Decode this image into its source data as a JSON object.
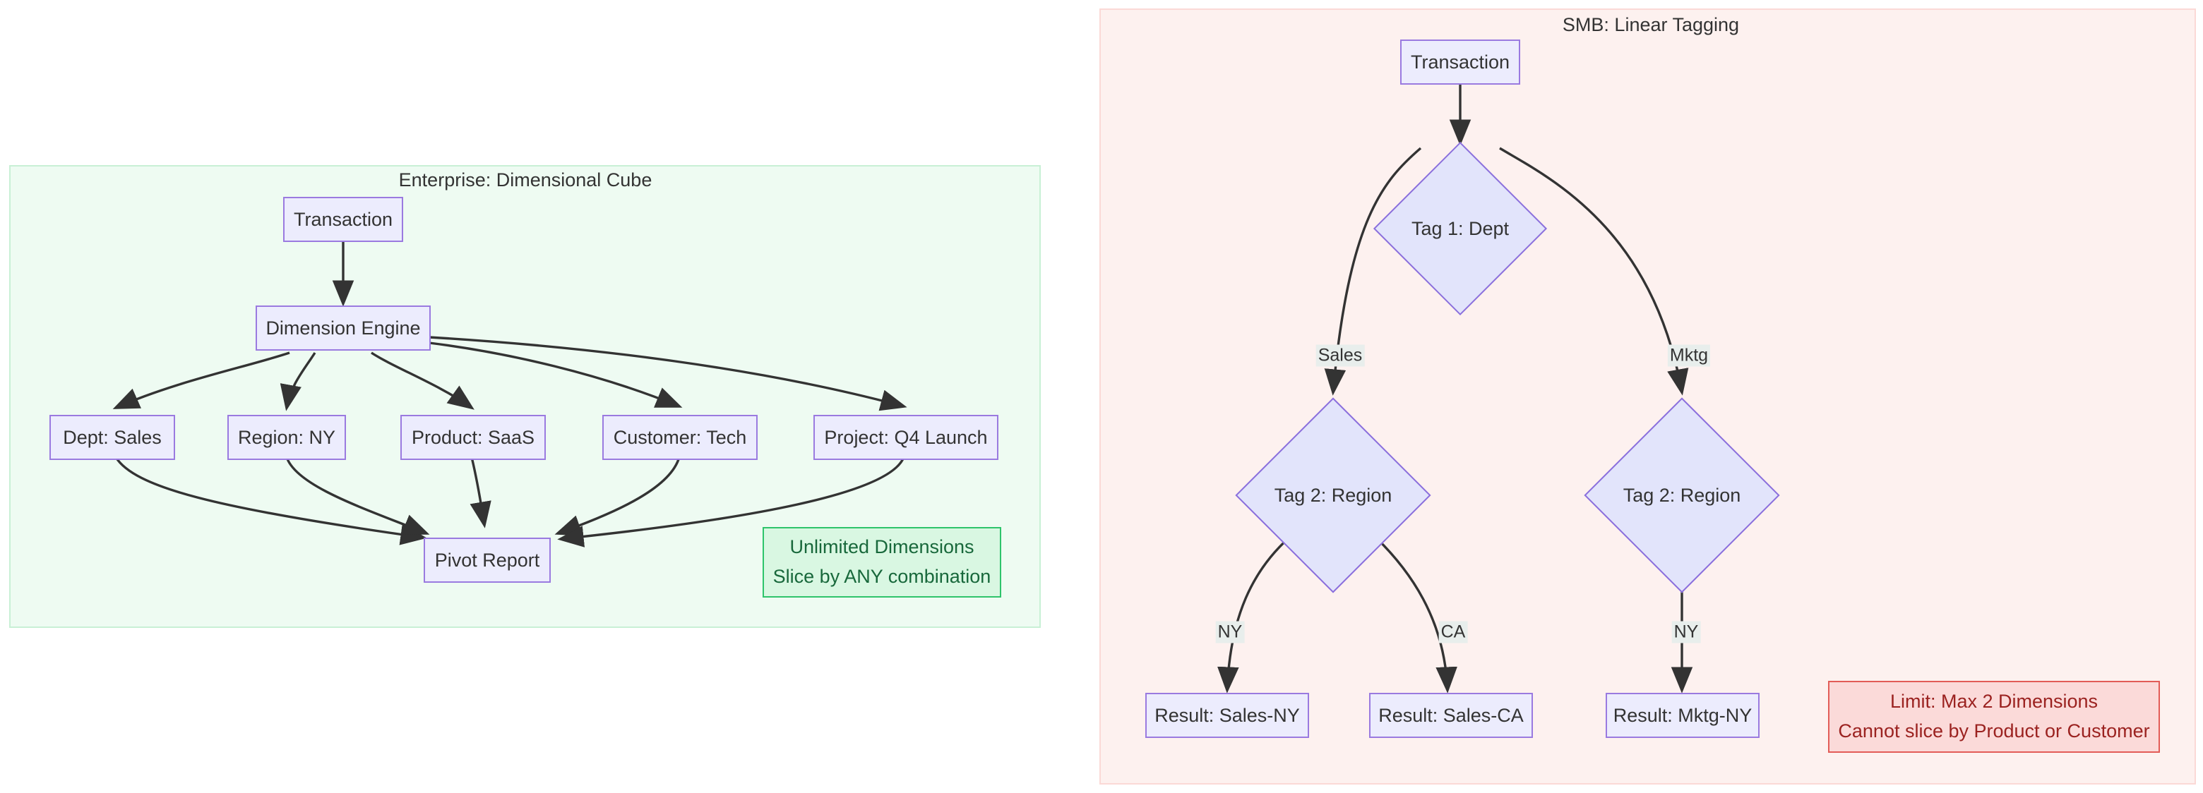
{
  "diagram": {
    "type": "flowchart",
    "panels": [
      {
        "id": "enterprise",
        "title": "Enterprise: Dimensional Cube",
        "accent": "#c8f0d5",
        "background": "#eefbf2",
        "nodes": [
          {
            "id": "ent-transaction",
            "label": "Transaction",
            "shape": "rect"
          },
          {
            "id": "ent-engine",
            "label": "Dimension Engine",
            "shape": "rect"
          },
          {
            "id": "ent-dept",
            "label": "Dept: Sales",
            "shape": "rect"
          },
          {
            "id": "ent-region",
            "label": "Region: NY",
            "shape": "rect"
          },
          {
            "id": "ent-product",
            "label": "Product: SaaS",
            "shape": "rect"
          },
          {
            "id": "ent-customer",
            "label": "Customer: Tech",
            "shape": "rect"
          },
          {
            "id": "ent-project",
            "label": "Project: Q4 Launch",
            "shape": "rect"
          },
          {
            "id": "ent-pivot",
            "label": "Pivot Report",
            "shape": "rect"
          }
        ],
        "note": {
          "line1": "Unlimited Dimensions",
          "line2": "Slice by ANY combination",
          "border": "#2ec46b",
          "background": "#d9f7e2",
          "color": "#18683b"
        },
        "edges": [
          {
            "from": "ent-transaction",
            "to": "ent-engine",
            "label": ""
          },
          {
            "from": "ent-engine",
            "to": "ent-dept",
            "label": ""
          },
          {
            "from": "ent-engine",
            "to": "ent-region",
            "label": ""
          },
          {
            "from": "ent-engine",
            "to": "ent-product",
            "label": ""
          },
          {
            "from": "ent-engine",
            "to": "ent-customer",
            "label": ""
          },
          {
            "from": "ent-engine",
            "to": "ent-project",
            "label": ""
          },
          {
            "from": "ent-dept",
            "to": "ent-pivot",
            "label": ""
          },
          {
            "from": "ent-region",
            "to": "ent-pivot",
            "label": ""
          },
          {
            "from": "ent-product",
            "to": "ent-pivot",
            "label": ""
          },
          {
            "from": "ent-customer",
            "to": "ent-pivot",
            "label": ""
          },
          {
            "from": "ent-project",
            "to": "ent-pivot",
            "label": ""
          }
        ]
      },
      {
        "id": "smb",
        "title": "SMB: Linear Tagging",
        "accent": "#fbd9d6",
        "background": "#fdf1ef",
        "nodes": [
          {
            "id": "smb-transaction",
            "label": "Transaction",
            "shape": "rect"
          },
          {
            "id": "smb-tag1",
            "label": "Tag 1: Dept",
            "shape": "diamond"
          },
          {
            "id": "smb-tag2-left",
            "label": "Tag 2: Region",
            "shape": "diamond"
          },
          {
            "id": "smb-tag2-right",
            "label": "Tag 2: Region",
            "shape": "diamond"
          },
          {
            "id": "smb-result-sales-ny",
            "label": "Result: Sales-NY",
            "shape": "rect"
          },
          {
            "id": "smb-result-sales-ca",
            "label": "Result: Sales-CA",
            "shape": "rect"
          },
          {
            "id": "smb-result-mktg-ny",
            "label": "Result: Mktg-NY",
            "shape": "rect"
          }
        ],
        "note": {
          "line1": "Limit: Max 2 Dimensions",
          "line2": "Cannot slice by Product or Customer",
          "border": "#e25c57",
          "background": "#fbdad9",
          "color": "#9b2220"
        },
        "edges": [
          {
            "from": "smb-transaction",
            "to": "smb-tag1",
            "label": ""
          },
          {
            "from": "smb-tag1",
            "to": "smb-tag2-left",
            "label": "Sales"
          },
          {
            "from": "smb-tag1",
            "to": "smb-tag2-right",
            "label": "Mktg"
          },
          {
            "from": "smb-tag2-left",
            "to": "smb-result-sales-ny",
            "label": "NY"
          },
          {
            "from": "smb-tag2-left",
            "to": "smb-result-sales-ca",
            "label": "CA"
          },
          {
            "from": "smb-tag2-right",
            "to": "smb-result-mktg-ny",
            "label": "NY"
          }
        ]
      }
    ],
    "node_style": {
      "fill": "#ececfd",
      "stroke": "#9a7ae0",
      "text": "#333333",
      "edge_stroke": "#333333",
      "edge_label_background": "#e8eeec"
    }
  }
}
